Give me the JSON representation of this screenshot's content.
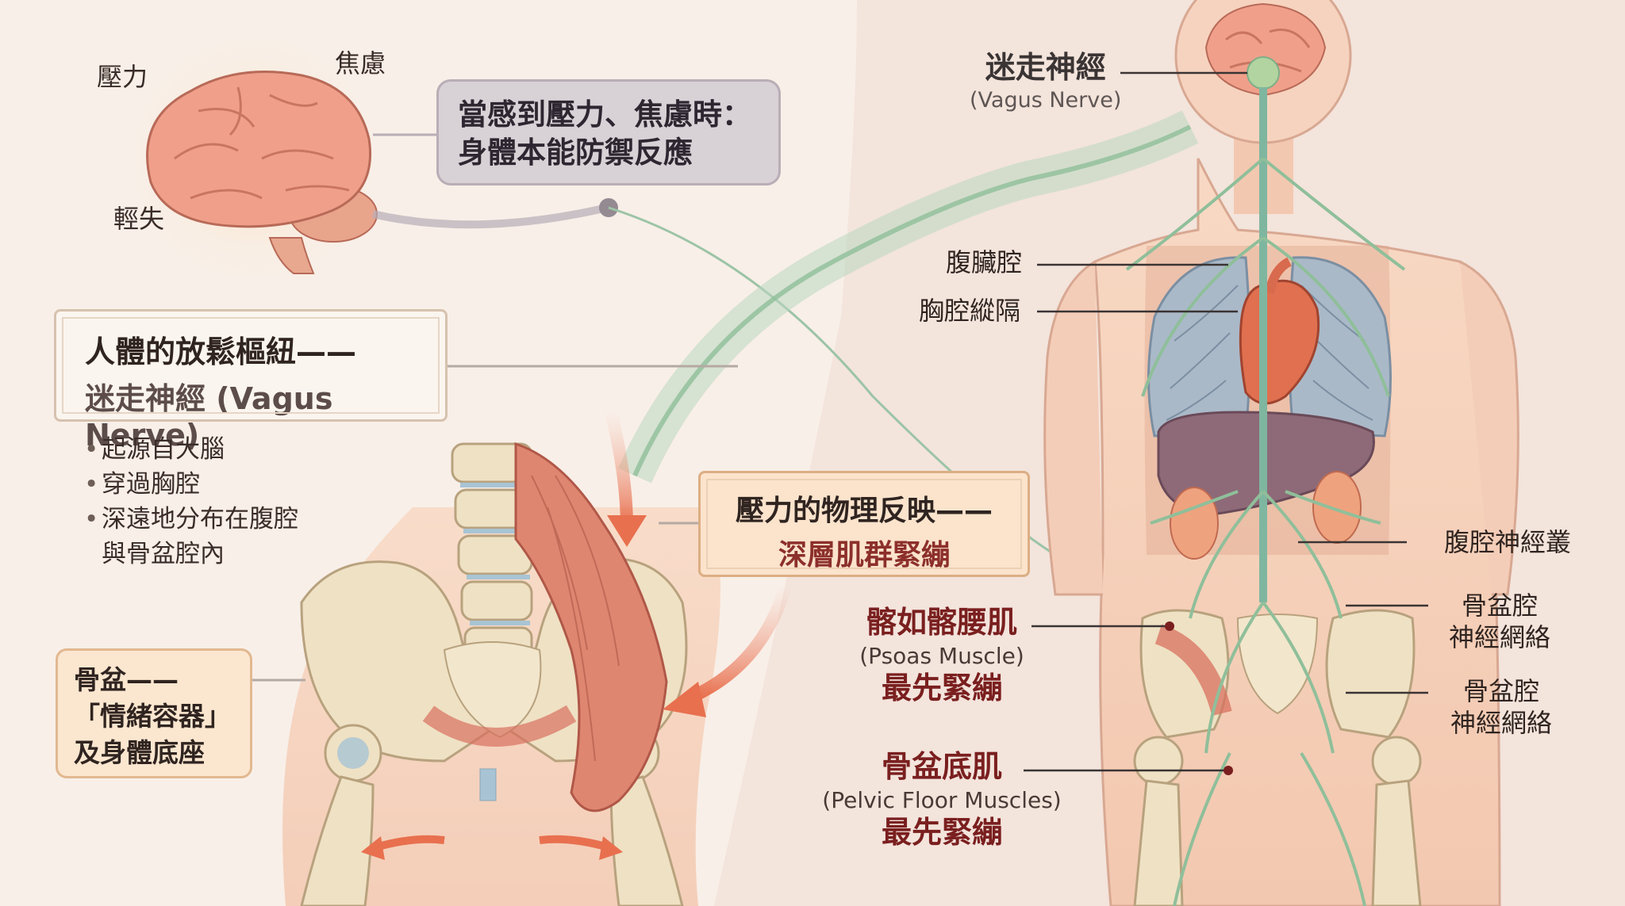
{
  "brain": {
    "stress_words": [
      "壓力",
      "焦慮",
      "輕失"
    ]
  },
  "header": {
    "line1": "當感到壓力、焦慮時：",
    "line2": "身體本能防禦反應"
  },
  "vagus_box": {
    "line1": "人體的放鬆樞紐——",
    "line2": "迷走神經 (Vagus Nerve)"
  },
  "vagus_points": [
    "起源自大腦",
    "穿過胸腔",
    "深遠地分布在腹腔",
    "與骨盆腔內"
  ],
  "pelvis_box": {
    "line1": "骨盆——",
    "line2": "「情緒容器」",
    "line3": "及身體底座"
  },
  "physical_box": {
    "line1": "壓力的物理反映——",
    "line2": "深層肌群緊繃"
  },
  "body_labels": {
    "vagus_title": "迷走神經",
    "vagus_sub": "(Vagus Nerve)",
    "abdominal_cavity": "腹臟腔",
    "mediastinum": "胸腔縱隔",
    "celiac_plexus": "腹腔神經叢",
    "pelvic_plexus_1a": "骨盆腔",
    "pelvic_plexus_1b": "神經網絡",
    "pelvic_plexus_2a": "骨盆腔",
    "pelvic_plexus_2b": "神經網絡"
  },
  "psoas": {
    "name": "髂如髂腰肌",
    "sub": "(Psoas Muscle)",
    "state": "最先緊繃"
  },
  "pelvic_floor": {
    "name": "骨盆底肌",
    "sub": "(Pelvic Floor Muscles)",
    "state": "最先緊繃"
  },
  "colors": {
    "background": "#f8efe8",
    "nerve": "#8fbf9a",
    "muscle": "#d8705f",
    "bone": "#efe1c4",
    "arrow": "#e8704f",
    "warning_text": "#7a1f1f"
  }
}
